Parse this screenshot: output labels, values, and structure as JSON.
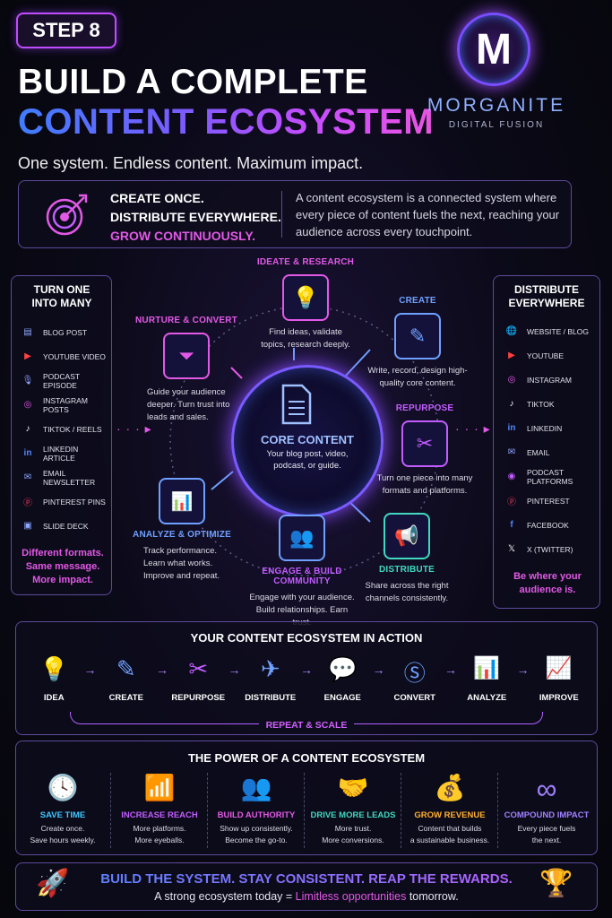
{
  "header": {
    "step": "STEP 8",
    "title_line1": "BUILD A COMPLETE",
    "title_line2": "CONTENT ECOSYSTEM",
    "subtitle": "One system. Endless content. Maximum impact.",
    "logo_letter": "M",
    "logo_name": "MORGANITE",
    "logo_sub": "DIGITAL FUSION"
  },
  "intro": {
    "line1": "CREATE ONCE.",
    "line2": "DISTRIBUTE EVERYWHERE.",
    "line3": "GROW CONTINUOUSLY.",
    "description": "A content ecosystem is a connected system where every piece of content fuels the next, reaching your audience across every touchpoint.",
    "icon": "target-icon"
  },
  "left_panel": {
    "title": "TURN ONE INTO MANY",
    "items": [
      {
        "label": "BLOG POST",
        "icon": "document-icon"
      },
      {
        "label": "YOUTUBE VIDEO",
        "icon": "youtube-icon"
      },
      {
        "label": "PODCAST EPISODE",
        "icon": "microphone-icon"
      },
      {
        "label": "INSTAGRAM POSTS",
        "icon": "instagram-icon"
      },
      {
        "label": "TIKTOK / REELS",
        "icon": "tiktok-icon"
      },
      {
        "label": "LINKEDIN ARTICLE",
        "icon": "linkedin-icon"
      },
      {
        "label": "EMAIL NEWSLETTER",
        "icon": "email-icon"
      },
      {
        "label": "PINTEREST PINS",
        "icon": "pinterest-icon"
      },
      {
        "label": "SLIDE DECK",
        "icon": "slides-icon"
      }
    ],
    "footer": "Different formats. Same message. More impact."
  },
  "right_panel": {
    "title": "DISTRIBUTE EVERYWHERE",
    "items": [
      {
        "label": "WEBSITE / BLOG",
        "icon": "globe-icon"
      },
      {
        "label": "YOUTUBE",
        "icon": "youtube-icon"
      },
      {
        "label": "INSTAGRAM",
        "icon": "instagram-icon"
      },
      {
        "label": "TIKTOK",
        "icon": "tiktok-icon"
      },
      {
        "label": "LINKEDIN",
        "icon": "linkedin-icon"
      },
      {
        "label": "EMAIL",
        "icon": "email-icon"
      },
      {
        "label": "PODCAST PLATFORMS",
        "icon": "podcast-icon"
      },
      {
        "label": "PINTEREST",
        "icon": "pinterest-icon"
      },
      {
        "label": "FACEBOOK",
        "icon": "facebook-icon"
      },
      {
        "label": "X (TWITTER)",
        "icon": "x-icon"
      }
    ],
    "footer": "Be where your audience is."
  },
  "cycle": {
    "core": {
      "title": "CORE CONTENT",
      "desc": "Your blog post, video, podcast, or guide."
    },
    "ideate": {
      "title": "IDEATE & RESEARCH",
      "desc": "Find ideas, validate topics, research deeply.",
      "color": "#e259e6"
    },
    "create": {
      "title": "CREATE",
      "desc": "Write, record, design high-quality core content.",
      "color": "#6fa0ff"
    },
    "repurpose": {
      "title": "REPURPOSE",
      "desc": "Turn one piece into many formats and platforms.",
      "color": "#c25cff"
    },
    "distribute": {
      "title": "DISTRIBUTE",
      "desc": "Share across the right channels consistently.",
      "color": "#40d8c0"
    },
    "engage": {
      "title": "ENGAGE & BUILD COMMUNITY",
      "desc": "Engage with your audience. Build relationships. Earn trust.",
      "color": "#c25cff"
    },
    "analyze": {
      "title": "ANALYZE & OPTIMIZE",
      "desc": "Track performance. Learn what works. Improve and repeat.",
      "color": "#6fa0ff"
    },
    "nurture": {
      "title": "NURTURE & CONVERT",
      "desc": "Guide your audience deeper. Turn trust into leads and sales.",
      "color": "#e259e6"
    }
  },
  "action": {
    "title": "YOUR CONTENT ECOSYSTEM IN ACTION",
    "steps": [
      "IDEA",
      "CREATE",
      "REPURPOSE",
      "DISTRIBUTE",
      "ENGAGE",
      "CONVERT",
      "ANALYZE",
      "IMPROVE"
    ],
    "repeat": "REPEAT & SCALE"
  },
  "power": {
    "title": "THE POWER OF A CONTENT ECOSYSTEM",
    "items": [
      {
        "title": "SAVE TIME",
        "desc1": "Create once.",
        "desc2": "Save hours weekly.",
        "color": "#40c8ff"
      },
      {
        "title": "INCREASE REACH",
        "desc1": "More platforms.",
        "desc2": "More eyeballs.",
        "color": "#c25cff"
      },
      {
        "title": "BUILD AUTHORITY",
        "desc1": "Show up consistently.",
        "desc2": "Become the go-to.",
        "color": "#e259e6"
      },
      {
        "title": "DRIVE MORE LEADS",
        "desc1": "More trust.",
        "desc2": "More conversions.",
        "color": "#40d8c0"
      },
      {
        "title": "GROW REVENUE",
        "desc1": "Content that builds",
        "desc2": "a sustainable business.",
        "color": "#ffb030"
      },
      {
        "title": "COMPOUND IMPACT",
        "desc1": "Every piece fuels",
        "desc2": "the next.",
        "color": "#a080ff"
      }
    ]
  },
  "cta": {
    "line1": "BUILD THE SYSTEM. STAY CONSISTENT. REAP THE REWARDS.",
    "line2_prefix": "A strong ecosystem today = ",
    "line2_highlight": "Limitless opportunities",
    "line2_suffix": " tomorrow."
  }
}
